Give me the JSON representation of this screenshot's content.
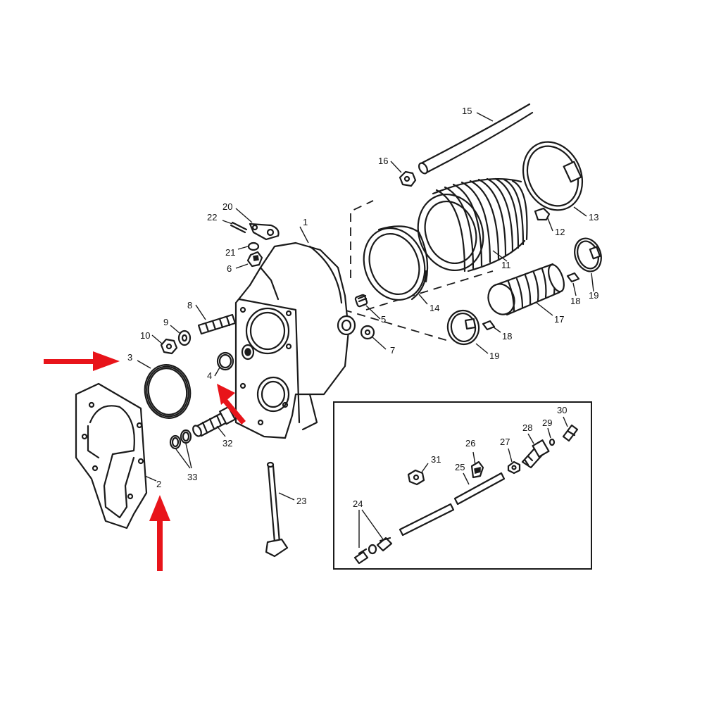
{
  "diagram": {
    "callouts": {
      "c1": "1",
      "c2": "2",
      "c3": "3",
      "c4": "4",
      "c5": "5",
      "c6": "6",
      "c7": "7",
      "c8": "8",
      "c9": "9",
      "c10": "10",
      "c11": "11",
      "c12": "12",
      "c13": "13",
      "c14": "14",
      "c15": "15",
      "c16": "16",
      "c17": "17",
      "c18a": "18",
      "c18b": "18",
      "c19a": "19",
      "c19b": "19",
      "c20": "20",
      "c21": "21",
      "c22": "22",
      "c23": "23",
      "c24": "24",
      "c25": "25",
      "c26": "26",
      "c27": "27",
      "c28": "28",
      "c29": "29",
      "c30": "30",
      "c31": "31",
      "c32": "32",
      "c33": "33"
    },
    "colors": {
      "line": "#1a1a1a",
      "highlight_arrow": "#e8141a",
      "background": "#ffffff"
    }
  }
}
